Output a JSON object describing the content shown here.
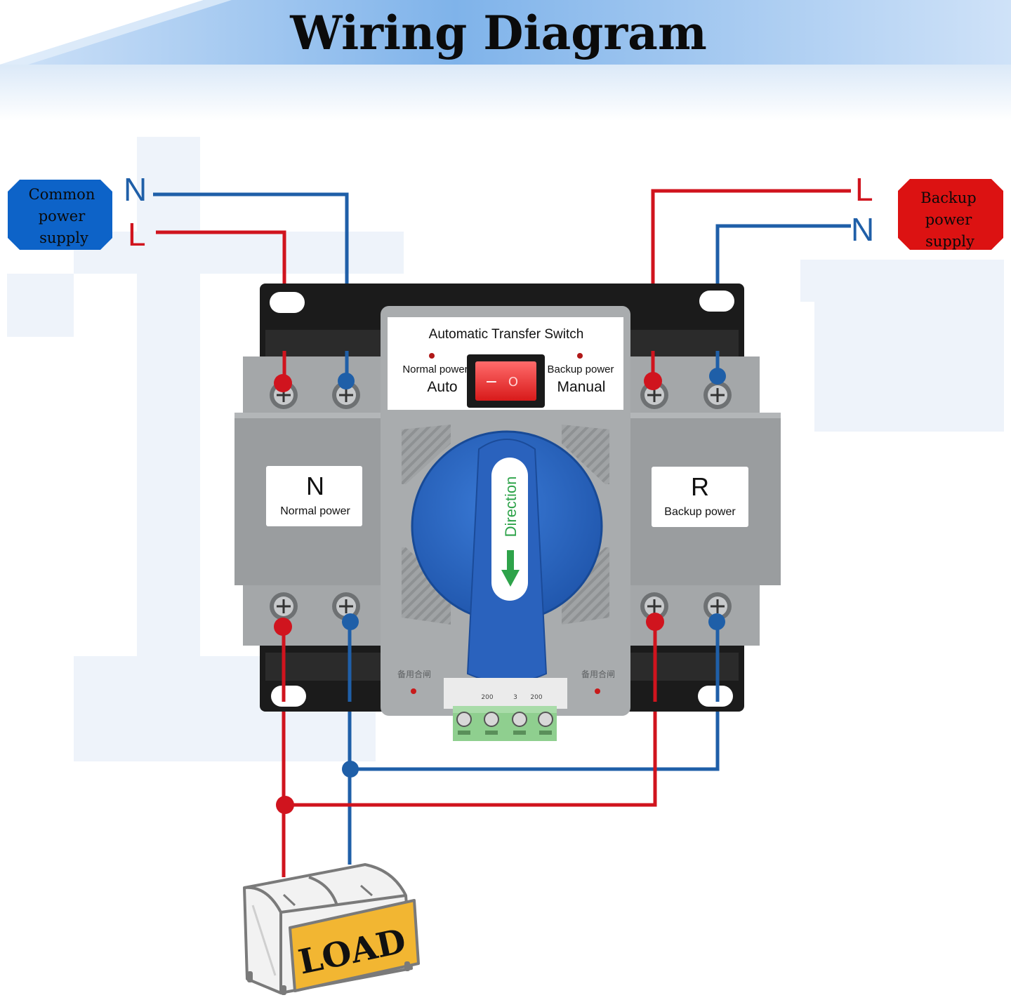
{
  "header": {
    "title": "Wiring Diagram"
  },
  "common_supply": {
    "label_line1": "Common",
    "label_line2": "power",
    "label_line3": "supply",
    "neutral": "N",
    "live": "L"
  },
  "backup_supply": {
    "label_line1": "Backup",
    "label_line2": "power",
    "label_line3": "supply",
    "live": "L",
    "neutral": "N"
  },
  "switch": {
    "title": "Automatic Transfer Switch",
    "left_indicator": "Normal power",
    "left_mode": "Auto",
    "right_indicator": "Backup power",
    "right_mode": "Manual",
    "rocker_off": "−",
    "rocker_on": "O",
    "handle_label": "Direction",
    "left_pole_letter": "N",
    "left_pole_label": "Normal power",
    "right_pole_letter": "R",
    "right_pole_label": "Backup power",
    "status_left": "备用合闸",
    "status_right": "备用合闸",
    "terminal_labels": [
      "200",
      "3",
      "200"
    ]
  },
  "load": {
    "label": "LOAD"
  },
  "colors": {
    "neutral_wire": "#1f5fa8",
    "live_wire": "#d0141e",
    "common_badge": "#0d63c8",
    "backup_badge": "#dc1212",
    "handle_blue": "#2d68c4",
    "load_yellow": "#f2b632"
  }
}
